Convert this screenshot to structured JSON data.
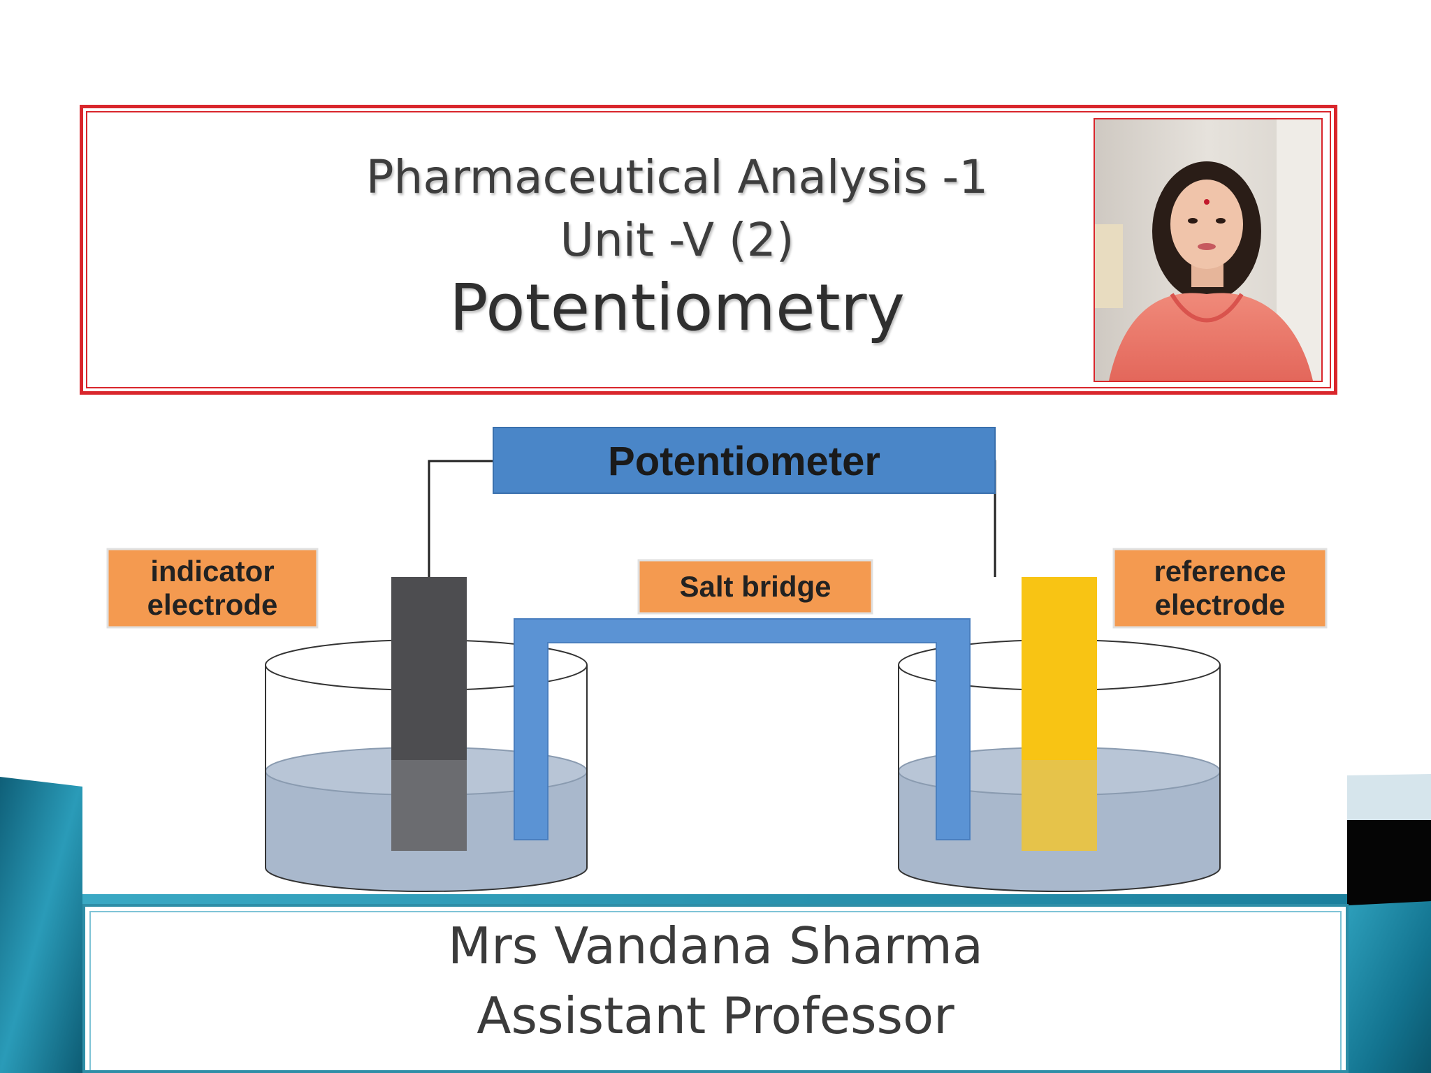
{
  "slide": {
    "title_line_1": "Pharmaceutical Analysis -1",
    "title_line_2": "Unit -V (2)",
    "title_line_3": "Potentiometry",
    "presenter_name": "Mrs Vandana Sharma",
    "presenter_role": "Assistant Professor"
  },
  "diagram": {
    "potentiometer_label": "Potentiometer",
    "indicator_label_line_1": "indicator",
    "indicator_label_line_2": "electrode",
    "salt_bridge_label": "Salt bridge",
    "reference_label_line_1": "reference",
    "reference_label_line_2": "electrode"
  },
  "colors": {
    "title_border": "#d9262c",
    "potentiometer_box": "#4a86c8",
    "label_box": "#f49a50",
    "salt_bridge": "#5b93d4",
    "indicator_electrode": "#4d4d50",
    "reference_electrode": "#f8c414",
    "solution": "#a9b8cc",
    "teal_accent": "#1c7f9b"
  }
}
